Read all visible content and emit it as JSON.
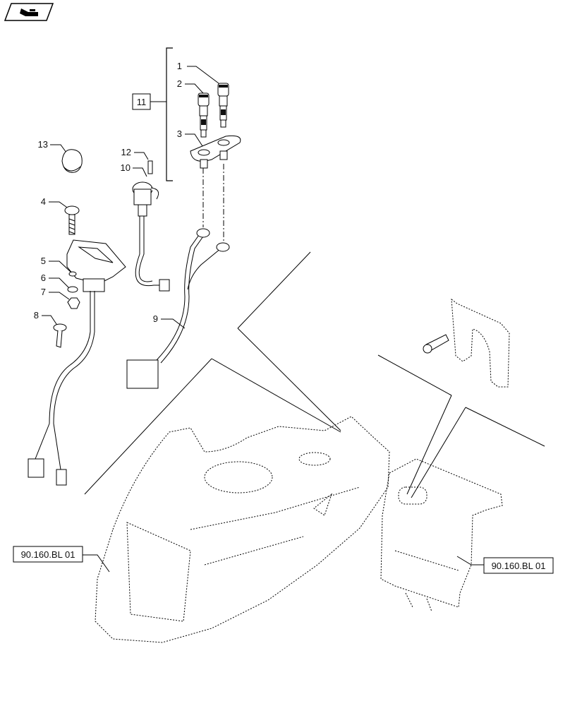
{
  "nav": {
    "icon": "next-page-arrow-icon"
  },
  "callouts": [
    {
      "id": "c1",
      "text": "1"
    },
    {
      "id": "c2",
      "text": "2"
    },
    {
      "id": "c3",
      "text": "3"
    },
    {
      "id": "c4",
      "text": "4"
    },
    {
      "id": "c5",
      "text": "5"
    },
    {
      "id": "c6",
      "text": "6"
    },
    {
      "id": "c7",
      "text": "7"
    },
    {
      "id": "c8",
      "text": "8"
    },
    {
      "id": "c9",
      "text": "9"
    },
    {
      "id": "c10",
      "text": "10"
    },
    {
      "id": "c12",
      "text": "12"
    },
    {
      "id": "c13",
      "text": "13"
    }
  ],
  "group_label": "11",
  "references": [
    {
      "id": "ref_left",
      "text": "90.160.BL 01"
    },
    {
      "id": "ref_right",
      "text": "90.160.BL 01"
    }
  ]
}
